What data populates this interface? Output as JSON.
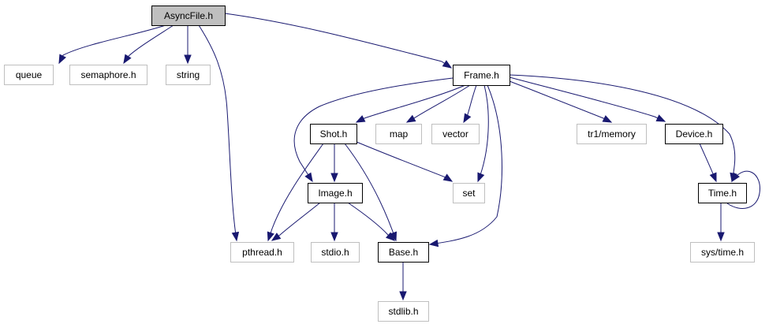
{
  "title": "AsyncFile.h include dependency graph",
  "colors": {
    "edge": "#191970",
    "root_fill": "#bfbfbf",
    "root_border": "#000000",
    "documented_border": "#000000",
    "external_border": "#bfbfbf",
    "node_fill": "#ffffff"
  },
  "nodes": [
    {
      "id": "asyncfile",
      "label": "AsyncFile.h",
      "kind": "root"
    },
    {
      "id": "queue",
      "label": "queue",
      "kind": "external"
    },
    {
      "id": "semaphore",
      "label": "semaphore.h",
      "kind": "external"
    },
    {
      "id": "string",
      "label": "string",
      "kind": "external"
    },
    {
      "id": "frame",
      "label": "Frame.h",
      "kind": "documented"
    },
    {
      "id": "shot",
      "label": "Shot.h",
      "kind": "documented"
    },
    {
      "id": "map",
      "label": "map",
      "kind": "external"
    },
    {
      "id": "vector",
      "label": "vector",
      "kind": "external"
    },
    {
      "id": "tr1memory",
      "label": "tr1/memory",
      "kind": "external"
    },
    {
      "id": "device",
      "label": "Device.h",
      "kind": "documented"
    },
    {
      "id": "image",
      "label": "Image.h",
      "kind": "documented"
    },
    {
      "id": "set",
      "label": "set",
      "kind": "external"
    },
    {
      "id": "time",
      "label": "Time.h",
      "kind": "documented"
    },
    {
      "id": "pthread",
      "label": "pthread.h",
      "kind": "external"
    },
    {
      "id": "stdio",
      "label": "stdio.h",
      "kind": "external"
    },
    {
      "id": "base",
      "label": "Base.h",
      "kind": "documented"
    },
    {
      "id": "systime",
      "label": "sys/time.h",
      "kind": "external"
    },
    {
      "id": "stdlib",
      "label": "stdlib.h",
      "kind": "external"
    }
  ],
  "edges": [
    {
      "from": "asyncfile",
      "to": "queue"
    },
    {
      "from": "asyncfile",
      "to": "semaphore"
    },
    {
      "from": "asyncfile",
      "to": "string"
    },
    {
      "from": "asyncfile",
      "to": "pthread"
    },
    {
      "from": "asyncfile",
      "to": "frame"
    },
    {
      "from": "frame",
      "to": "shot"
    },
    {
      "from": "frame",
      "to": "map"
    },
    {
      "from": "frame",
      "to": "vector"
    },
    {
      "from": "frame",
      "to": "tr1memory"
    },
    {
      "from": "frame",
      "to": "device"
    },
    {
      "from": "frame",
      "to": "time"
    },
    {
      "from": "frame",
      "to": "image"
    },
    {
      "from": "frame",
      "to": "set"
    },
    {
      "from": "frame",
      "to": "base"
    },
    {
      "from": "shot",
      "to": "image"
    },
    {
      "from": "shot",
      "to": "pthread"
    },
    {
      "from": "shot",
      "to": "set"
    },
    {
      "from": "shot",
      "to": "base"
    },
    {
      "from": "image",
      "to": "pthread"
    },
    {
      "from": "image",
      "to": "stdio"
    },
    {
      "from": "image",
      "to": "base"
    },
    {
      "from": "device",
      "to": "time"
    },
    {
      "from": "time",
      "to": "time"
    },
    {
      "from": "time",
      "to": "systime"
    },
    {
      "from": "base",
      "to": "stdlib"
    }
  ]
}
